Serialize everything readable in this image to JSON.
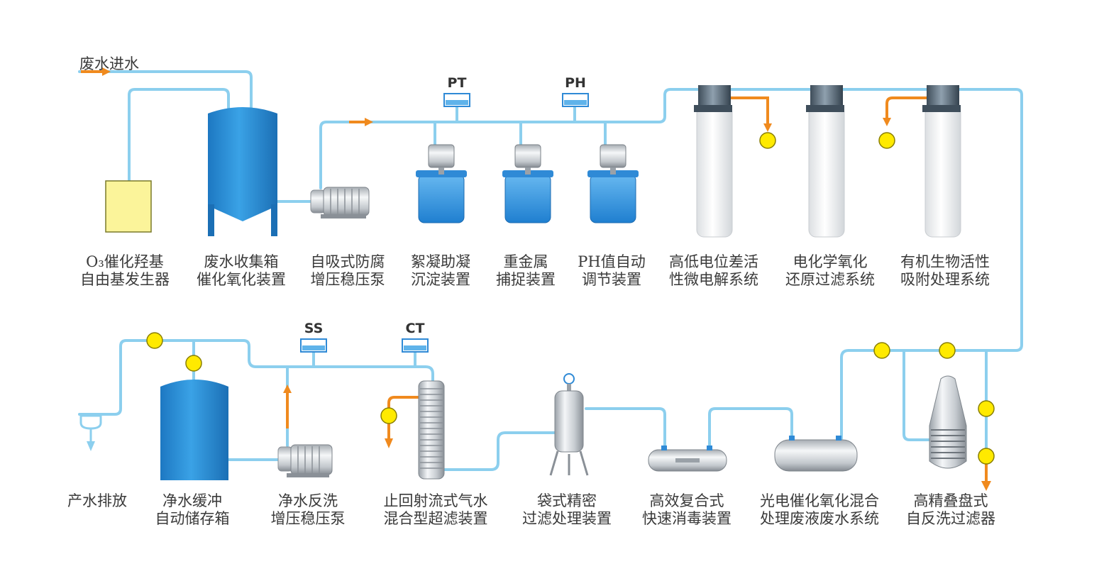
{
  "colors": {
    "pipe": "#8ccfee",
    "tank": "#2c8fd6",
    "flow_arrow": "#f08a1e",
    "valve": "#ffea00",
    "generator": "#fbf49a"
  },
  "inlet_label": "废水进水",
  "sensors": {
    "pt": "PT",
    "ph": "PH",
    "ss": "SS",
    "ct": "CT"
  },
  "top_row": [
    {
      "line1": "O₃催化羟基",
      "line2": "自由基发生器"
    },
    {
      "line1": "废水收集箱",
      "line2": "催化氧化装置"
    },
    {
      "line1": "自吸式防腐",
      "line2": "增压稳压泵"
    },
    {
      "line1": "絮凝助凝",
      "line2": "沉淀装置"
    },
    {
      "line1": "重金属",
      "line2": "捕捉装置"
    },
    {
      "line1": "PH值自动",
      "line2": "调节装置"
    },
    {
      "line1": "高低电位差活",
      "line2": "性微电解系统"
    },
    {
      "line1": "电化学氧化",
      "line2": "还原过滤系统"
    },
    {
      "line1": "有机生物活性",
      "line2": "吸附处理系统"
    }
  ],
  "bottom_row": [
    {
      "line1": "产水排放",
      "line2": ""
    },
    {
      "line1": "净水缓冲",
      "line2": "自动储存箱"
    },
    {
      "line1": "净水反洗",
      "line2": "增压稳压泵"
    },
    {
      "line1": "止回射流式气水",
      "line2": "混合型超滤装置"
    },
    {
      "line1": "袋式精密",
      "line2": "过滤处理装置"
    },
    {
      "line1": "高效复合式",
      "line2": "快速消毒装置"
    },
    {
      "line1": "光电催化氧化混合",
      "line2": "处理废液废水系统"
    },
    {
      "line1": "高精叠盘式",
      "line2": "自反洗过滤器"
    }
  ]
}
